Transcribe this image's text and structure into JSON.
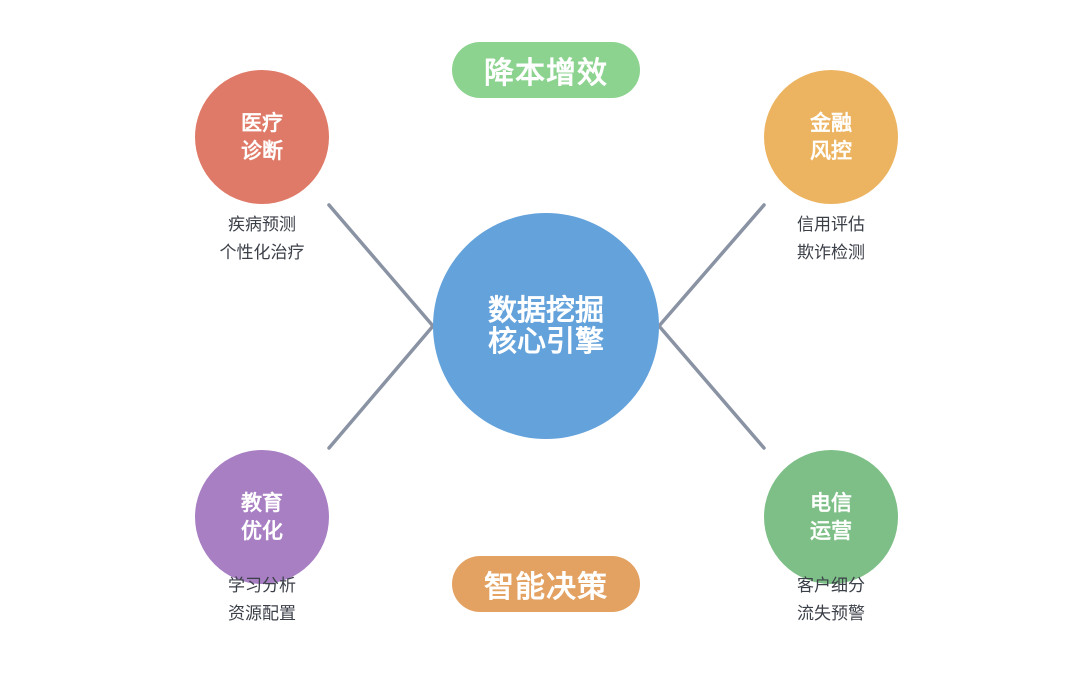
{
  "top_pill": "降本增效",
  "bottom_pill": "智能决策",
  "center": {
    "line1": "数据挖掘",
    "line2": "核心引擎",
    "color": "#64a2db"
  },
  "nodes": {
    "medical": {
      "title_line1": "医疗",
      "title_line2": "诊断",
      "items": [
        "疾病预测",
        "个性化治疗"
      ],
      "color": "#e07a68"
    },
    "finance": {
      "title_line1": "金融",
      "title_line2": "风控",
      "items": [
        "信用评估",
        "欺诈检测"
      ],
      "color": "#ecb461"
    },
    "education": {
      "title_line1": "教育",
      "title_line2": "优化",
      "items": [
        "学习分析",
        "资源配置"
      ],
      "color": "#a87fc3"
    },
    "telecom": {
      "title_line1": "电信",
      "title_line2": "运营",
      "items": [
        "客户细分",
        "流失预警"
      ],
      "color": "#7dbf86"
    }
  },
  "colors": {
    "top_pill": "#8cd38f",
    "bottom_pill": "#e3a162",
    "connector": "#8a93a3"
  }
}
